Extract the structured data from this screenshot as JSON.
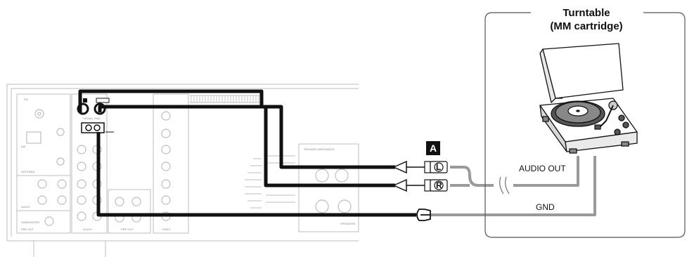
{
  "turntable": {
    "title_line1": "Turntable",
    "title_line2": "(MM cartridge)"
  },
  "connection": {
    "badge": "A",
    "audio_out": "AUDIO OUT",
    "gnd": "GND",
    "plug_left": "L",
    "plug_right": "R"
  },
  "receiver": {
    "signal_gnd": "SIGNAL GND",
    "speaker_impedance": "SPEAKER IMPEDANCE",
    "audio": "AUDIO",
    "pre_out": "PRE OUT",
    "video": "VIDEO",
    "fm": "FM",
    "am": "AM",
    "antenna": "ANTENNA",
    "subwoofer": "SUBWOOFER",
    "speakers": "SPEAKERS"
  },
  "colors": {
    "cable_black": "#111111",
    "cable_grey": "#9a9a9a",
    "receiver_line": "#bdbdbd",
    "badge_fill": "#111111"
  }
}
